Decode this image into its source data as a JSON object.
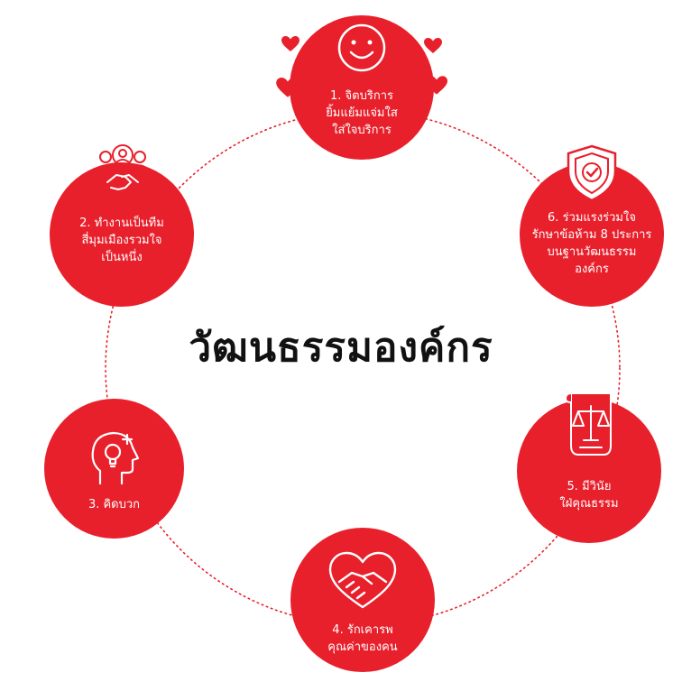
{
  "title": "วัฒนธรรมองค์กร",
  "colors": {
    "accent": "#e8202c",
    "ring": "#e8202c",
    "text": "#111111",
    "label": "#ffffff"
  },
  "nodes": [
    {
      "id": "service",
      "icon": "smiley-face-icon",
      "label": "1. จิตบริการ\nยิ้มแย้มแจ่มใส\nใส่ใจบริการ"
    },
    {
      "id": "teamwork",
      "icon": "team-handshake-icon",
      "label": "2. ทำงานเป็นทีม\nสี่มุมเมืองรวมใจ\nเป็นหนึ่ง"
    },
    {
      "id": "positive",
      "icon": "head-lightbulb-icon",
      "label": "3. คิดบวก"
    },
    {
      "id": "respect",
      "icon": "heart-handshake-icon",
      "label": "4. รักเคารพ\nคุณค่าของคน"
    },
    {
      "id": "discipline",
      "icon": "scales-document-icon",
      "label": "5. มีวินัย\nใฝ่คุณธรรม"
    },
    {
      "id": "cooperation",
      "icon": "shield-check-icon",
      "label": "6. ร่วมแรงร่วมใจ\nรักษาข้อห้าม 8 ประการ\nบนฐานวัฒนธรรม\nองค์กร"
    }
  ]
}
